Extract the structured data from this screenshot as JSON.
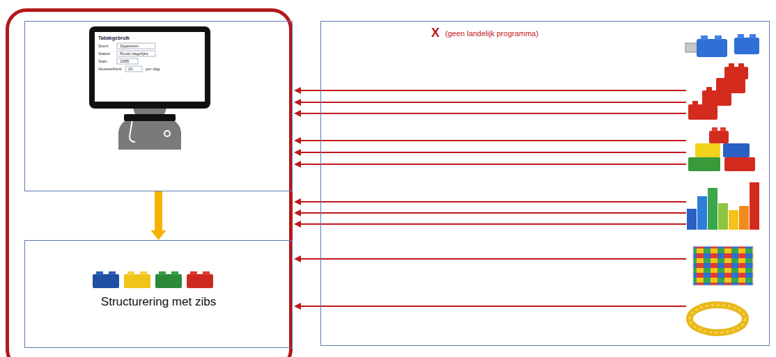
{
  "diagram": {
    "nodes": [
      {
        "text": [
          "Tabakgebruik",
          "Soort",
          "Sigaretten",
          "Status",
          "Rookt dagelijks",
          "Start",
          "1985",
          "Hoeveelheid",
          "20",
          "per dag"
        ]
      },
      {
        "text": [
          "Structurering met zibs"
        ]
      },
      {
        "text": [
          "X",
          "(geen landelijk programma)"
        ]
      }
    ],
    "edges": [
      {
        "from": 0,
        "to": 1,
        "arrow": "to"
      }
    ]
  }
}
